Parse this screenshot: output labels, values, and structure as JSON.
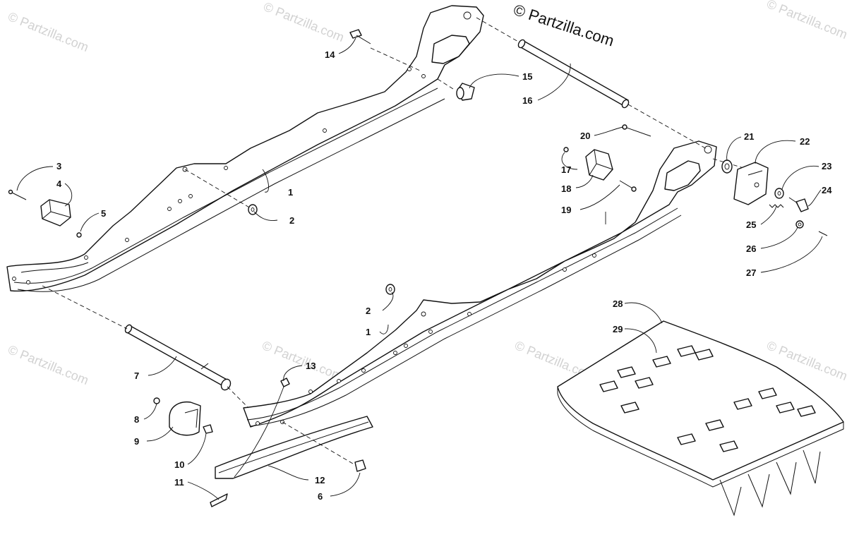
{
  "copyright": "© Partzilla.com",
  "watermark_text": "© Partzilla.com",
  "callouts": {
    "c1a": "1",
    "c1b": "1",
    "c2a": "2",
    "c2b": "2",
    "c3": "3",
    "c4": "4",
    "c5": "5",
    "c6": "6",
    "c7": "7",
    "c8": "8",
    "c9": "9",
    "c10": "10",
    "c11": "11",
    "c12": "12",
    "c13": "13",
    "c14": "14",
    "c15": "15",
    "c16": "16",
    "c17": "17",
    "c18": "18",
    "c19": "19",
    "c20": "20",
    "c21": "21",
    "c22": "22",
    "c23": "23",
    "c24": "24",
    "c25": "25",
    "c26": "26",
    "c27": "27",
    "c28": "28",
    "c29": "29"
  },
  "colors": {
    "line": "#111111",
    "watermark": "#d2d2d2",
    "background": "#ffffff"
  }
}
